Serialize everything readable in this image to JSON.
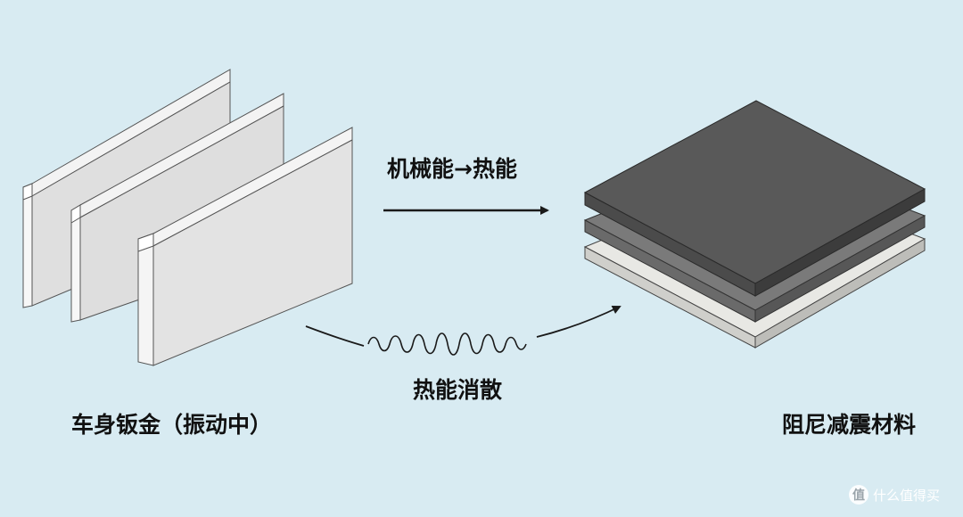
{
  "diagram": {
    "top_arrow_label": "机械能→热能",
    "mid_label": "热能消散",
    "left_caption": "车身钣金（振动中）",
    "right_caption": "阻尼减震材料"
  },
  "watermark": {
    "badge": "值",
    "text": "什么值得买"
  },
  "colors": {
    "background": "#d8ebf2",
    "sheet_face": "#e6e6e6",
    "damper_top": "#5a5a5a",
    "damper_middle": "#6f6f6f",
    "damper_bottom": "#d4d4d0",
    "arrow": "#1a1a1a"
  },
  "icons": {
    "straight_arrow": "arrow-right-icon",
    "curved_arrow": "curved-arrow-icon",
    "wave": "wave-icon"
  }
}
